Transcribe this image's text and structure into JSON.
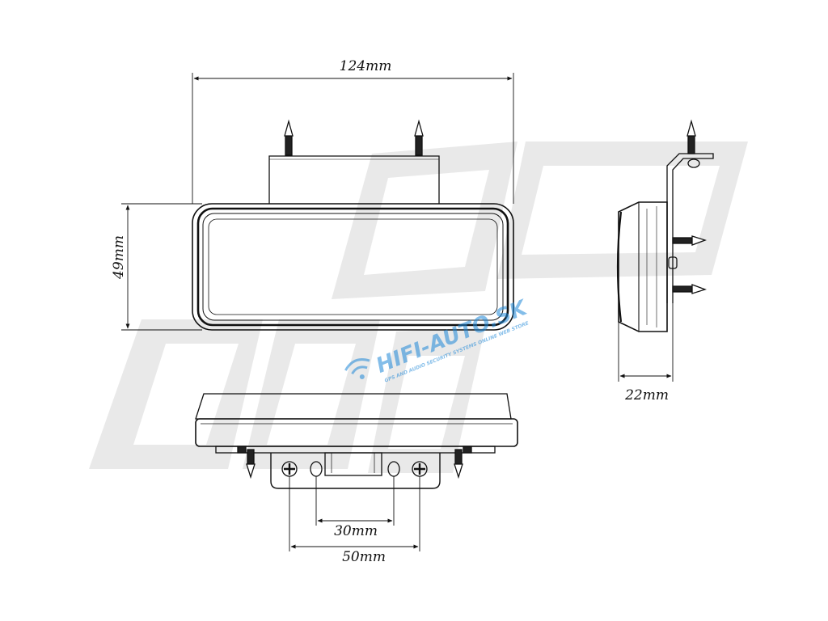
{
  "drawing": {
    "dimensions": {
      "width_total": "124mm",
      "height_lamp": "49mm",
      "depth_side": "22mm",
      "hole_spacing_inner": "30mm",
      "hole_spacing_outer": "50mm"
    }
  },
  "watermark": {
    "brand": "HIFI-AUTO.SK",
    "tagline": "GPS AND AUDIO SECURITY SYSTEMS ONLINE WEB STORE",
    "color": "#1e88d8",
    "background_glyph_color": "#e9e9e9"
  }
}
